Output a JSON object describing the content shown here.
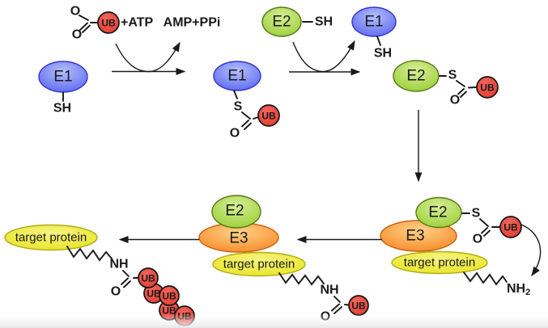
{
  "diagram": {
    "molecules": {
      "e1": "E1",
      "e2": "E2",
      "e3": "E3",
      "ub": "UB",
      "target_protein": "target protein"
    },
    "reaction_texts": {
      "plus_atp": "+ATP",
      "amp_ppi": "AMP+PPi"
    },
    "chemical_groups": {
      "sh": "SH",
      "s": "S",
      "o": "O",
      "nh": "NH",
      "nh2_base": "NH",
      "nh2_sub": "2"
    }
  },
  "colors": {
    "e1_highlight": "#b3bffc",
    "e1_fill": "#5561ee",
    "e1_stroke": "#3333cc",
    "e2_highlight": "#d6ee96",
    "e2_fill": "#96cc2e",
    "e2_stroke": "#55791a",
    "e3_highlight": "#ffd286",
    "e3_fill": "#f58220",
    "e3_stroke": "#cc5f10",
    "target_highlight": "#f6f480",
    "target_fill": "#e6e31d",
    "target_stroke": "#b1ab15",
    "ub_highlight": "#f0665c",
    "ub_fill": "#e63a2e",
    "ub_stroke": "#141414",
    "line": "#1a1a1a",
    "background": "#ffffff",
    "footer_strip": "#e6e6e6"
  }
}
